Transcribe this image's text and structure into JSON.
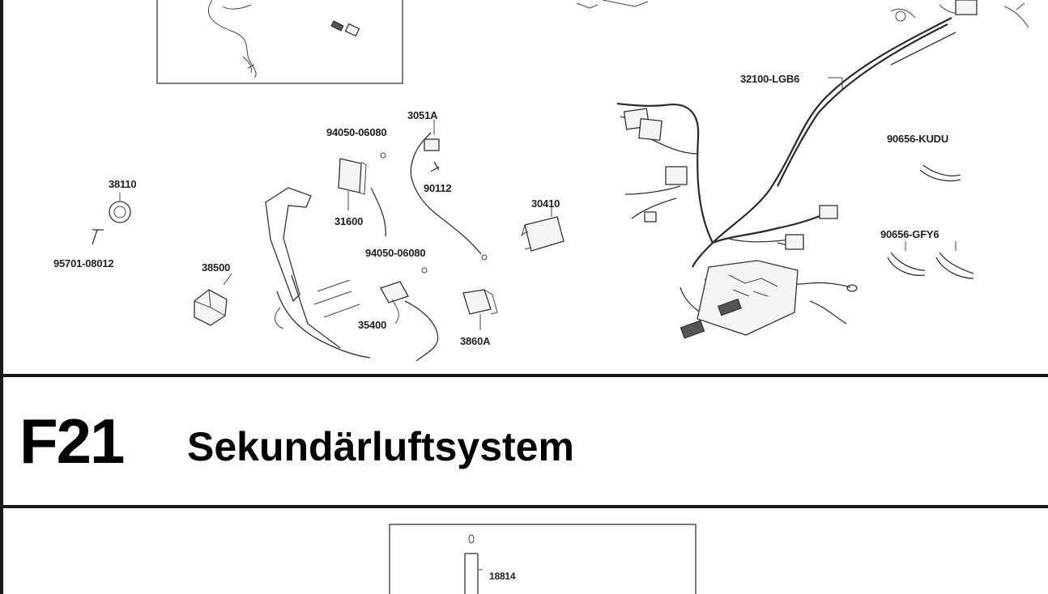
{
  "section": {
    "code": "F21",
    "title": "Sekundärluftsystem"
  },
  "parts": [
    {
      "id": "part-32100",
      "label": "32100-LGB6"
    },
    {
      "id": "part-90656-kudu",
      "label": "90656-KUDU"
    },
    {
      "id": "part-90656-gfy6",
      "label": "90656-GFY6"
    },
    {
      "id": "part-3051a",
      "label": "3051A"
    },
    {
      "id": "part-94050-a",
      "label": "94050-06080"
    },
    {
      "id": "part-90112",
      "label": "90112"
    },
    {
      "id": "part-31600",
      "label": "31600"
    },
    {
      "id": "part-94050-b",
      "label": "94050-06080"
    },
    {
      "id": "part-30410",
      "label": "30410"
    },
    {
      "id": "part-38110",
      "label": "38110"
    },
    {
      "id": "part-95701",
      "label": "95701-08012"
    },
    {
      "id": "part-38500",
      "label": "38500"
    },
    {
      "id": "part-35400",
      "label": "35400"
    },
    {
      "id": "part-3860a",
      "label": "3860A"
    },
    {
      "id": "part-18814",
      "label": "18814"
    }
  ]
}
